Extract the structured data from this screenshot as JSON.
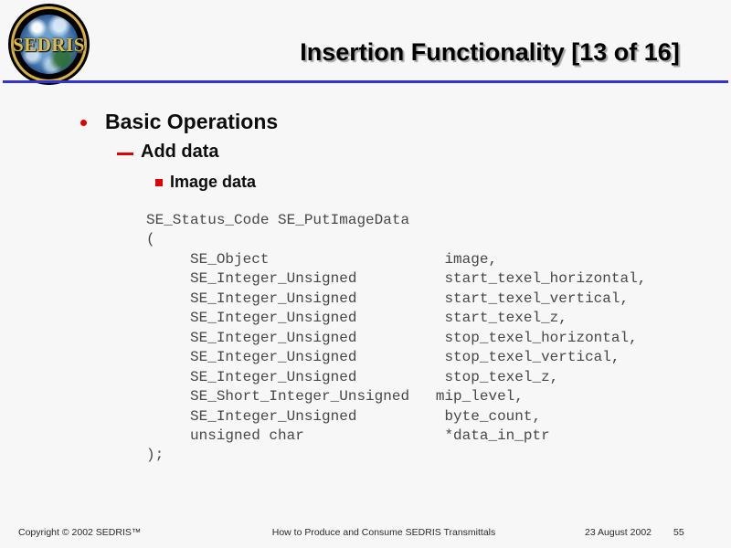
{
  "slide": {
    "title": "Insertion Functionality [13 of 16]",
    "logo": {
      "text": "SEDRIS",
      "tm": "™"
    },
    "bullets": {
      "level1": "Basic Operations",
      "level2": "Add data",
      "level3": "Image data"
    },
    "code": {
      "lines": [
        "SE_Status_Code SE_PutImageData",
        "(",
        "     SE_Object                    image,",
        "     SE_Integer_Unsigned          start_texel_horizontal,",
        "     SE_Integer_Unsigned          start_texel_vertical,",
        "     SE_Integer_Unsigned          start_texel_z,",
        "     SE_Integer_Unsigned          stop_texel_horizontal,",
        "     SE_Integer_Unsigned          stop_texel_vertical,",
        "     SE_Integer_Unsigned          stop_texel_z,",
        "     SE_Short_Integer_Unsigned   mip_level,",
        "     SE_Integer_Unsigned          byte_count,",
        "     unsigned char                *data_in_ptr",
        ");"
      ]
    },
    "footer": {
      "copyright": "Copyright © 2002 SEDRIS™",
      "center": "How to Produce and Consume SEDRIS Transmittals",
      "date": "23 August 2002",
      "page": "55"
    },
    "colors": {
      "rule_blue": "#3333cf",
      "bullet_red": "#e00000",
      "logo_gold": "#d9b13b",
      "code_text": "#474747",
      "background": "#f7f7f7"
    }
  }
}
